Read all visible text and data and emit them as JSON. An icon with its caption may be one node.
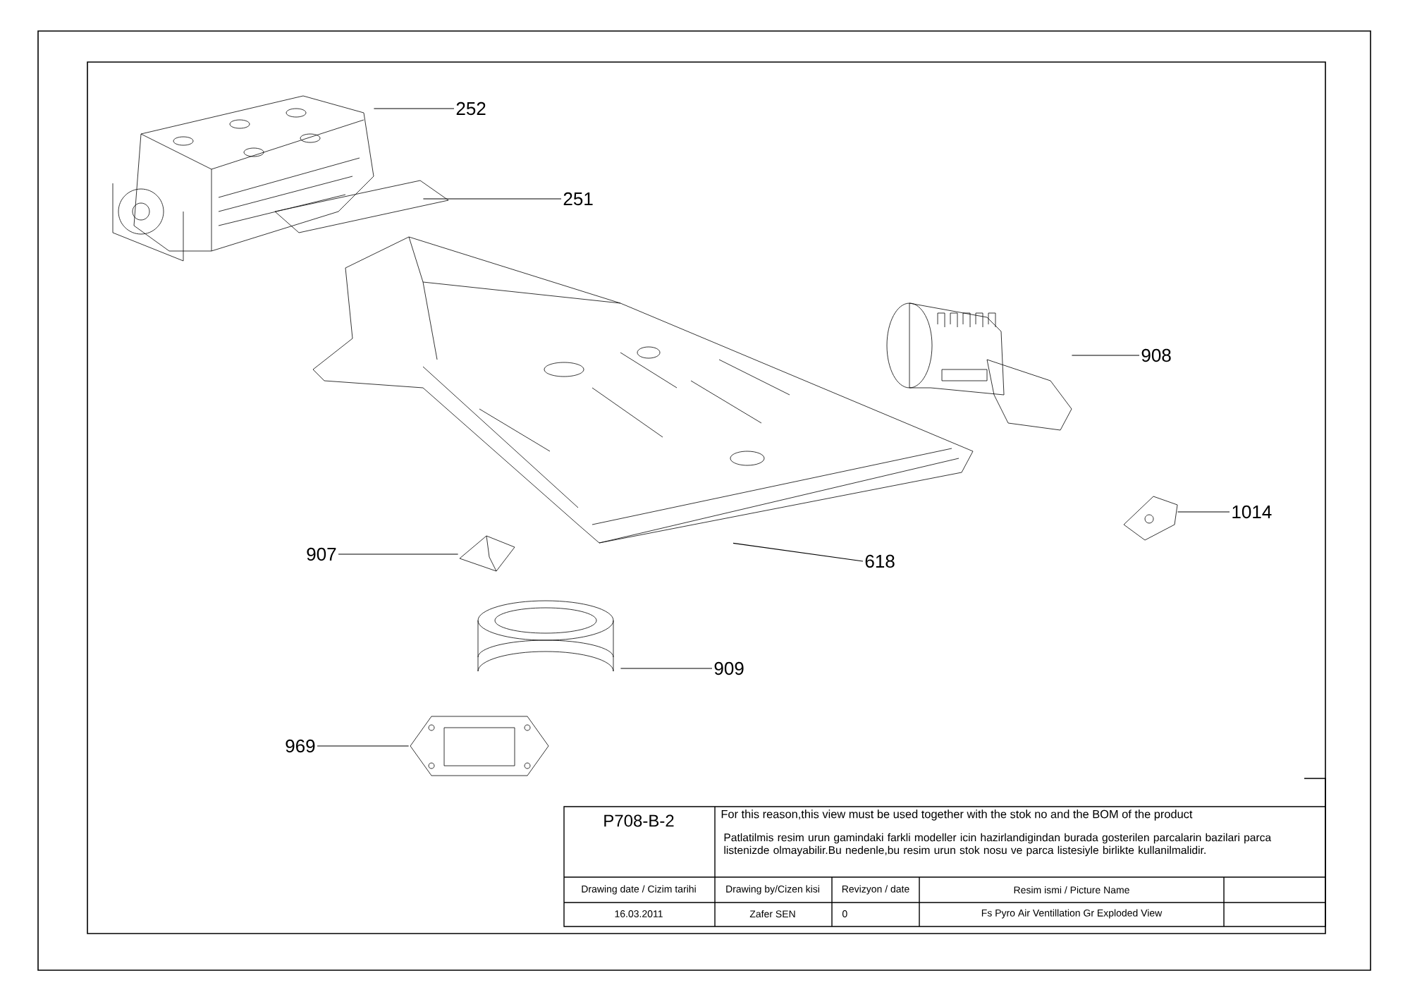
{
  "diagram": {
    "nodes": [
      {
        "text": [
          "252"
        ]
      },
      {
        "text": [],
        "shape": "picture"
      },
      {
        "text": [
          "251"
        ]
      },
      {
        "text": [],
        "shape": "picture"
      },
      {
        "text": [],
        "shape": "picture"
      },
      {
        "text": [
          "908"
        ]
      },
      {
        "text": [],
        "shape": "picture"
      },
      {
        "text": [
          "1014"
        ]
      },
      {
        "text": [],
        "shape": "picture"
      },
      {
        "text": [
          "907"
        ]
      },
      {
        "text": [],
        "shape": "picture"
      },
      {
        "text": [
          "618"
        ]
      },
      {
        "text": [
          "909"
        ]
      },
      {
        "text": [],
        "shape": "picture"
      },
      {
        "text": [
          "969"
        ]
      },
      {
        "text": [],
        "shape": "picture"
      }
    ],
    "edges": [
      {
        "from": 0,
        "to": 1,
        "arrow": "none"
      },
      {
        "from": 2,
        "to": 3,
        "arrow": "none"
      },
      {
        "from": 5,
        "to": 6,
        "arrow": "none"
      },
      {
        "from": 7,
        "to": 8,
        "arrow": "none"
      },
      {
        "from": 9,
        "to": 10,
        "arrow": "none"
      },
      {
        "from": 11,
        "to": 4,
        "arrow": "none"
      },
      {
        "from": 12,
        "to": 13,
        "arrow": "none"
      },
      {
        "from": 14,
        "to": 15,
        "arrow": "none"
      }
    ],
    "labels": [
      "P708-B-2",
      "For this reason,this view must be used together with the stok no and the BOM of the product",
      "Patlatilmis resim urun gamindaki farkli modeller icin hazirlandigindan burada gosterilen parcalarin bazilari parca listenizde olmayabilir.Bu nedenle,bu resim urun stok nosu ve parca listesiyle birlikte kullanilmalidir.",
      "Drawing date / Cizim tarihi",
      "Drawing by/Cizen kisi",
      "Revizyon / date",
      "Resim ismi / Picture Name",
      "16.03.2011",
      "Zafer SEN",
      "0",
      "Fs Pyro Air Ventillation Gr Exploded View"
    ]
  }
}
